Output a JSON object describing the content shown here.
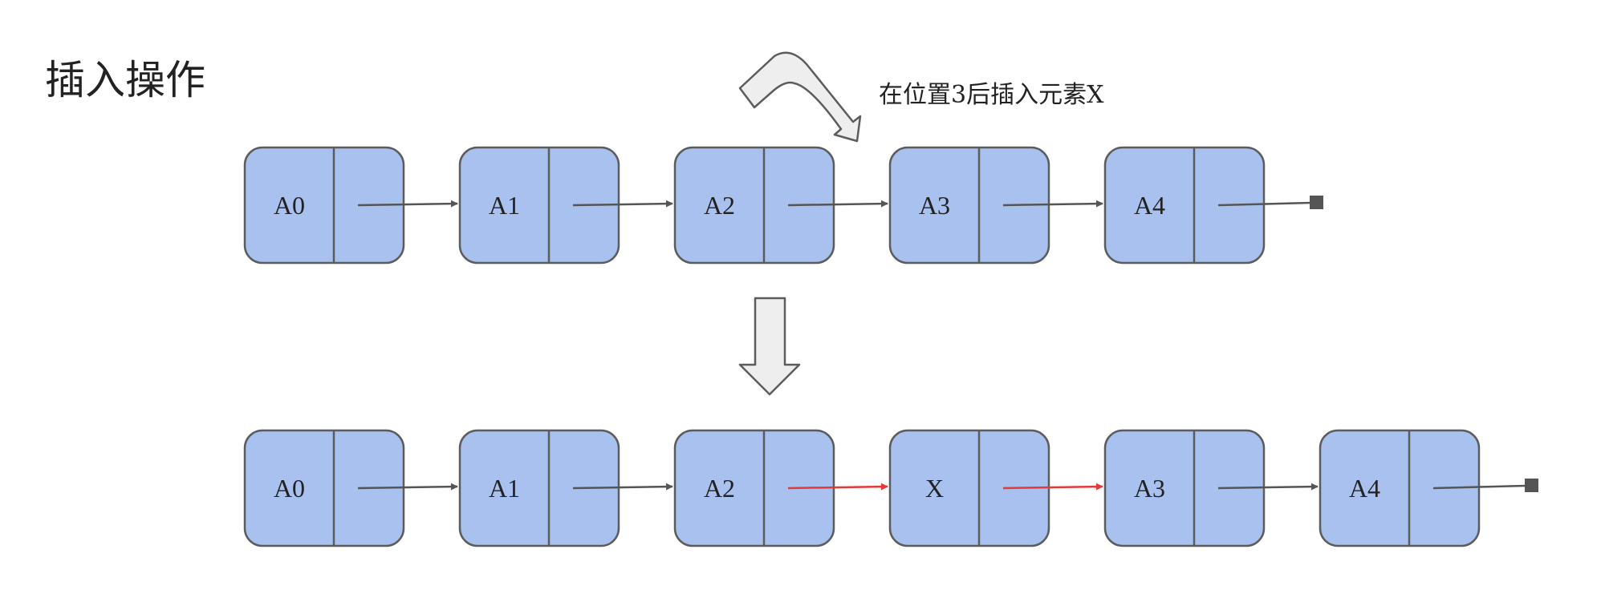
{
  "title": "插入操作",
  "annotation": "在位置3后插入元素X",
  "colors": {
    "node_fill": "#a8c1ef",
    "node_stroke": "#5c5c5c",
    "link_default": "#555555",
    "link_new": "#e53935",
    "arrow_fill": "#eeeeee"
  },
  "before": {
    "nodes": [
      {
        "label": "A0"
      },
      {
        "label": "A1"
      },
      {
        "label": "A2"
      },
      {
        "label": "A3"
      },
      {
        "label": "A4"
      }
    ],
    "links": [
      {
        "from": 0,
        "to": 1,
        "type": "default"
      },
      {
        "from": 1,
        "to": 2,
        "type": "default"
      },
      {
        "from": 2,
        "to": 3,
        "type": "default"
      },
      {
        "from": 3,
        "to": 4,
        "type": "default"
      },
      {
        "from": 4,
        "to": "null",
        "type": "default"
      }
    ]
  },
  "after": {
    "nodes": [
      {
        "label": "A0"
      },
      {
        "label": "A1"
      },
      {
        "label": "A2"
      },
      {
        "label": "X"
      },
      {
        "label": "A3"
      },
      {
        "label": "A4"
      }
    ],
    "links": [
      {
        "from": 0,
        "to": 1,
        "type": "default"
      },
      {
        "from": 1,
        "to": 2,
        "type": "default"
      },
      {
        "from": 2,
        "to": 3,
        "type": "new"
      },
      {
        "from": 3,
        "to": 4,
        "type": "new"
      },
      {
        "from": 4,
        "to": 5,
        "type": "default"
      },
      {
        "from": 5,
        "to": "null",
        "type": "default"
      }
    ]
  }
}
